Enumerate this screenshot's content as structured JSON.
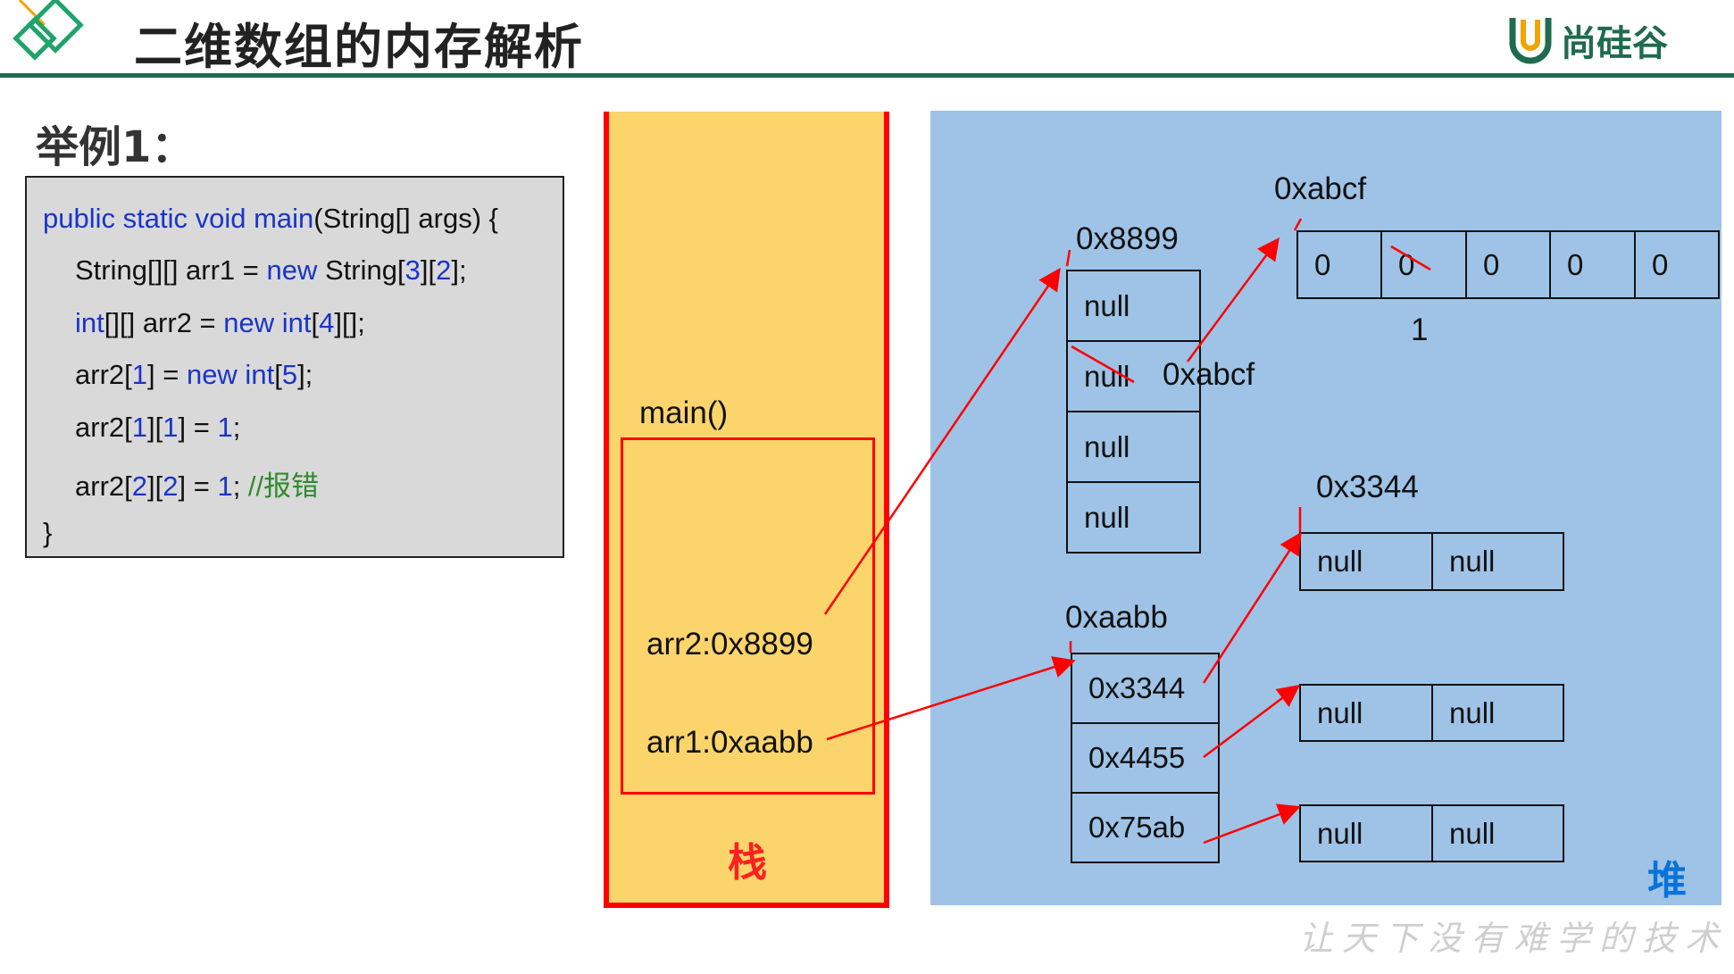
{
  "header": {
    "title": "二维数组的内存解析",
    "brand": "尚硅谷",
    "brand_color": "#1f6b4f"
  },
  "section_heading": "举例1：",
  "code": {
    "line1": {
      "a": "public static void ",
      "b": "main",
      "c": "(String[] args) {"
    },
    "line2": {
      "a": "String[][] arr1 = ",
      "b": "new",
      "c": " String[",
      "d": "3",
      "e": "][",
      "f": "2",
      "g": "];"
    },
    "line3": {
      "a": "int",
      "b": "[][] arr2 = ",
      "c": "new int",
      "d": "[",
      "e": "4",
      "f": "][];"
    },
    "line4": {
      "a": "arr2[",
      "b": "1",
      "c": "] = ",
      "d": "new int",
      "e": "[",
      "f": "5",
      "g": "];"
    },
    "line5": {
      "a": "arr2[",
      "b": "1",
      "c": "][",
      "d": "1",
      "e": "] = ",
      "f": "1",
      "g": ";"
    },
    "line6": {
      "a": "arr2[",
      "b": "2",
      "c": "][",
      "d": "2",
      "e": "] = ",
      "f": "1",
      "g": "; ",
      "h": "//报错"
    },
    "line7": "}"
  },
  "stack": {
    "frame_label": "main()",
    "var_arr2": "arr2:0x8899",
    "var_arr1": "arr1:0xaabb",
    "label": "栈",
    "color": "#fbd46b"
  },
  "heap": {
    "label": "堆",
    "color": "#9ec3e6",
    "arr2_outer": {
      "address": "0x8899",
      "cells": [
        "null",
        "null",
        "null",
        "null"
      ],
      "overwrite": "0xabcf"
    },
    "arr2_inner": {
      "address": "0xabcf",
      "cells": [
        "0",
        "0",
        "0",
        "0",
        "0"
      ],
      "overwrite": "1"
    },
    "arr1_outer": {
      "address": "0xaabb",
      "cells": [
        "0x3344",
        "0x4455",
        "0x75ab"
      ]
    },
    "arr1_row0": {
      "address": "0x3344",
      "cells": [
        "null",
        "null"
      ]
    },
    "arr1_row1": {
      "cells": [
        "null",
        "null"
      ]
    },
    "arr1_row2": {
      "cells": [
        "null",
        "null"
      ]
    }
  },
  "slogan": "让天下没有难学的技术"
}
